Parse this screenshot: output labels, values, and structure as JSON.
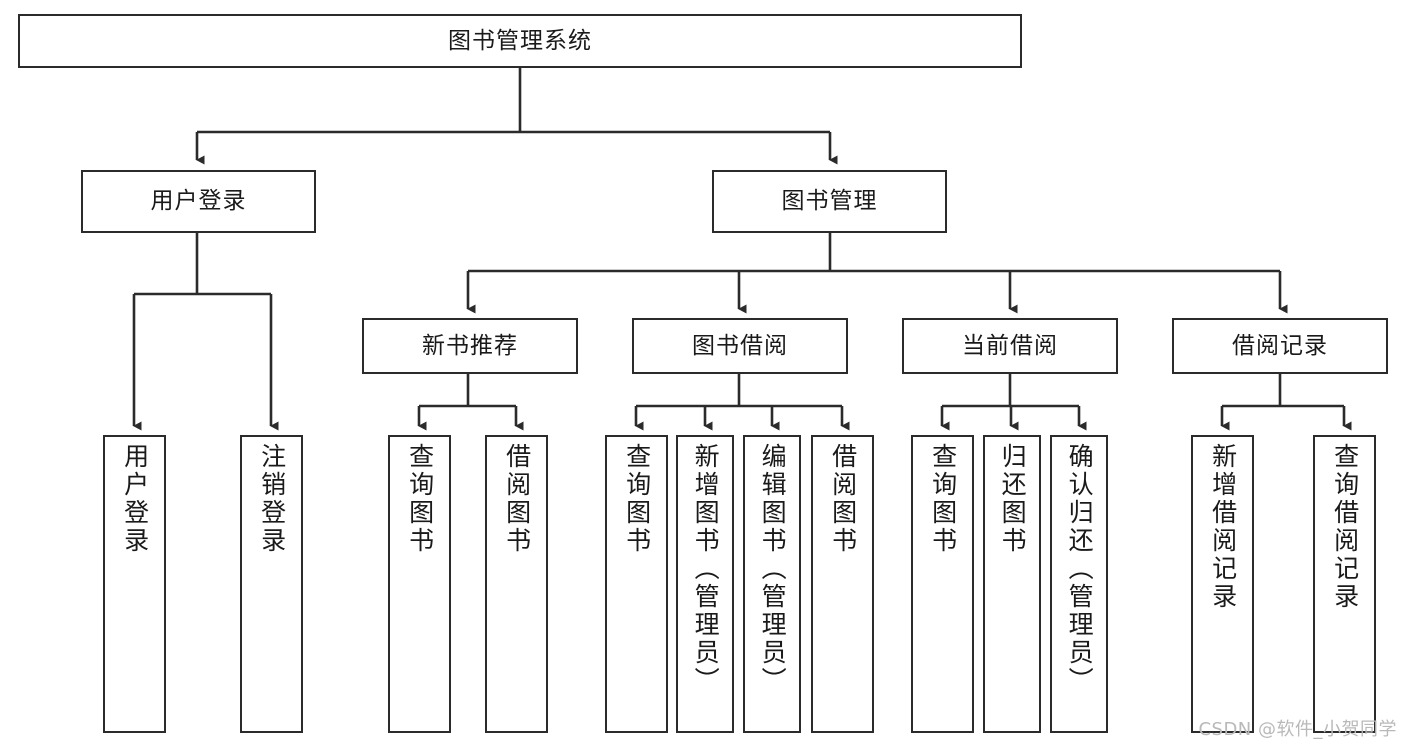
{
  "diagram": {
    "type": "hierarchy-tree",
    "title": "图书管理系统",
    "watermark": "CSDN @软件_小贺同学",
    "colors": {
      "box_border": "#2b2b2b",
      "box_fill": "#ffffff",
      "edge": "#2b2b2b",
      "text": "#1a1a1a",
      "watermark": "#b9b9b9"
    },
    "levels": {
      "root": {
        "label": "图书管理系统"
      },
      "level2": [
        {
          "label": "用户登录"
        },
        {
          "label": "图书管理"
        }
      ],
      "level3": [
        {
          "label": "新书推荐"
        },
        {
          "label": "图书借阅"
        },
        {
          "label": "当前借阅"
        },
        {
          "label": "借阅记录"
        }
      ],
      "leaves": {
        "user_login": [
          {
            "label": "用户登录"
          },
          {
            "label": "注销登录"
          }
        ],
        "new_book_recommend": [
          {
            "label": "查询图书"
          },
          {
            "label": "借阅图书"
          }
        ],
        "book_borrow": [
          {
            "label": "查询图书"
          },
          {
            "label": "新增图书（管理员）"
          },
          {
            "label": "编辑图书（管理员）"
          },
          {
            "label": "借阅图书"
          }
        ],
        "current_borrow": [
          {
            "label": "查询图书"
          },
          {
            "label": "归还图书"
          },
          {
            "label": "确认归还（管理员）"
          }
        ],
        "borrow_record": [
          {
            "label": "新增借阅记录"
          },
          {
            "label": "查询借阅记录"
          }
        ]
      }
    }
  }
}
